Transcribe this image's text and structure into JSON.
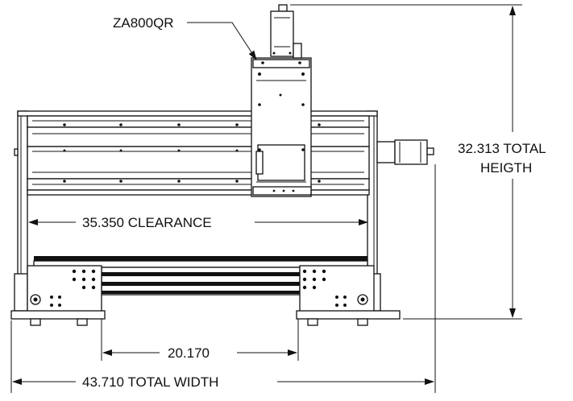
{
  "labels": {
    "part_number": "ZA800QR",
    "clearance": "35.350 CLEARANCE",
    "total_height_line1": "32.313 TOTAL",
    "total_height_line2": "HEIGTH",
    "inner_width": "20.170",
    "total_width": "43.710 TOTAL WIDTH"
  }
}
